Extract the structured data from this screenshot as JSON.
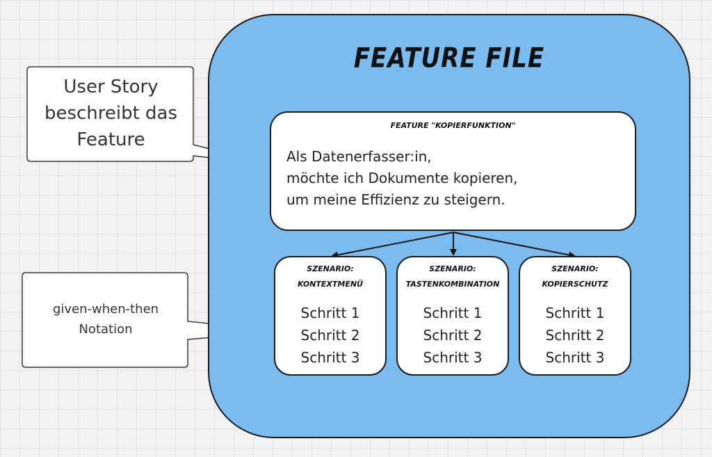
{
  "diagram": {
    "title": "FEATURE FILE",
    "feature": {
      "header": "FEATURE \"KOPIERFUNKTION\"",
      "story_lines": [
        "Als Datenerfasser:in,",
        "möchte ich Dokumente kopieren,",
        "um meine Effizienz zu steigern."
      ]
    },
    "scenarios": [
      {
        "title_lines": [
          "SZENARIO:",
          "KONTEXTMENÜ"
        ],
        "steps": [
          "Schritt 1",
          "Schritt 2",
          "Schritt 3"
        ]
      },
      {
        "title_lines": [
          "SZENARIO:",
          "TASTENKOMBINATION"
        ],
        "steps": [
          "Schritt 1",
          "Schritt 2",
          "Schritt 3"
        ]
      },
      {
        "title_lines": [
          "SZENARIO:",
          "KOPIERSCHUTZ"
        ],
        "steps": [
          "Schritt 1",
          "Schritt 2",
          "Schritt 3"
        ]
      }
    ],
    "callouts": {
      "user_story_lines": [
        "User Story",
        "beschreibt das",
        "Feature"
      ],
      "gwt_lines": [
        "given-when-then",
        "Notation"
      ]
    },
    "colors": {
      "container_fill": "#7bbcf0",
      "outline": "#1a1a1a",
      "canvas_grid": "#e3e3e3"
    }
  }
}
